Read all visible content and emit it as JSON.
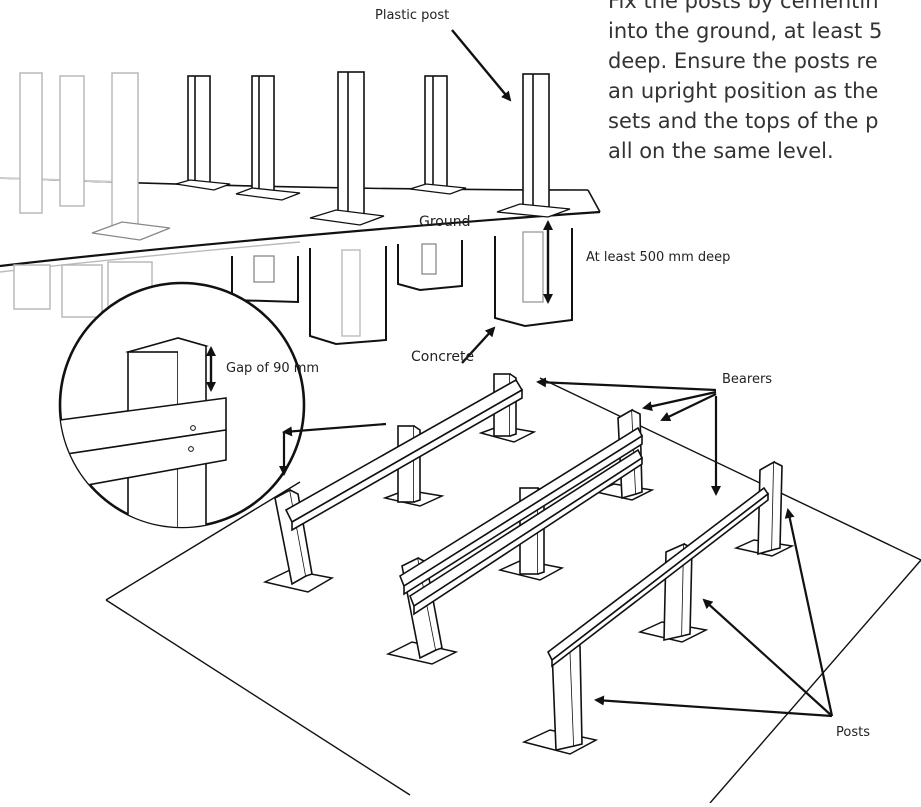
{
  "instructions": {
    "lines": [
      "Fix the posts by cementin",
      "into the ground, at least 5",
      "deep. Ensure the posts re",
      "an upright position as the",
      "sets and the tops of the p",
      "all on the same level."
    ]
  },
  "labels": {
    "plastic_post": "Plastic post",
    "ground": "Ground",
    "depth": "At least 500 mm deep",
    "concrete": "Concrete",
    "gap": "Gap of 90 mm",
    "bearers": "Bearers",
    "posts": "Posts"
  },
  "colors": {
    "line": "#111111",
    "faded": "#b5b5b5",
    "text": "#333333"
  }
}
